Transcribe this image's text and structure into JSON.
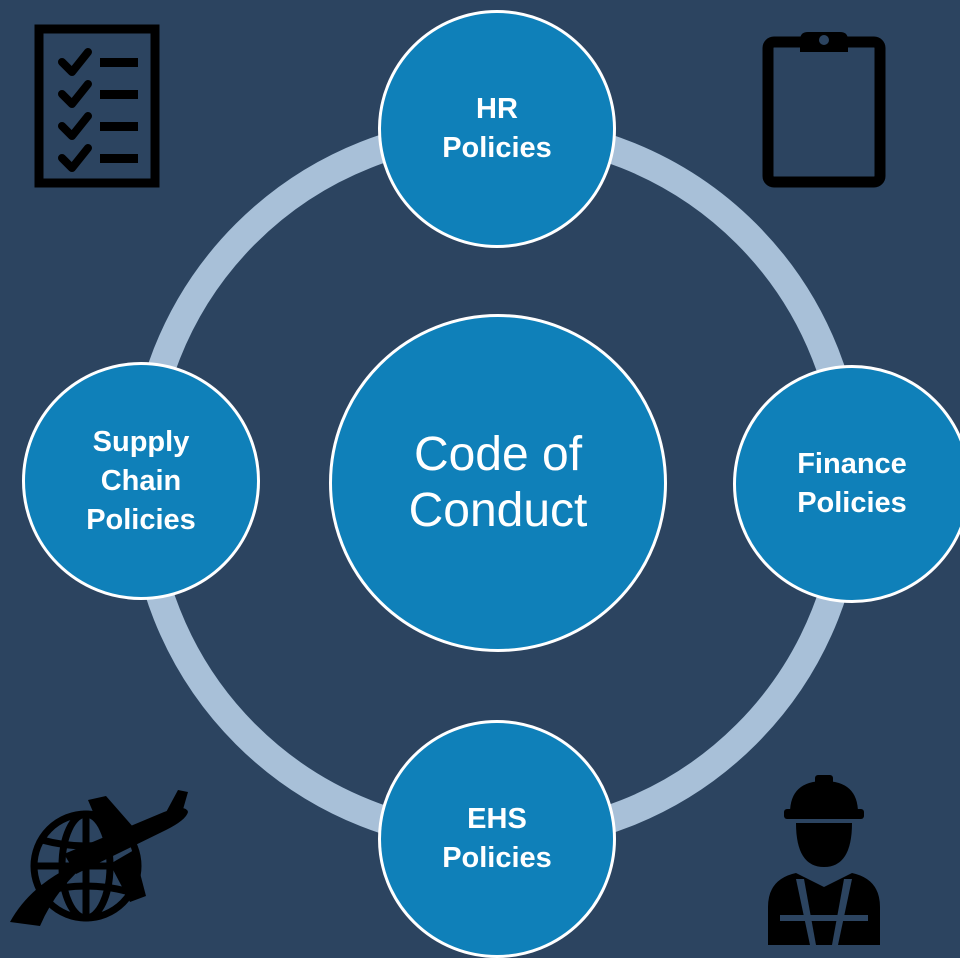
{
  "center": {
    "label": "Code of\nConduct"
  },
  "nodes": {
    "hr": {
      "label": "HR\nPolicies"
    },
    "finance": {
      "label": "Finance\nPolicies"
    },
    "ehs": {
      "label": "EHS\nPolicies"
    },
    "supply_chain": {
      "label": "Supply\nChain\nPolicies"
    }
  },
  "colors": {
    "background": "#2c4460",
    "node_fill": "#0f80b9",
    "node_border": "#ffffff",
    "ring": "#a8c0d8",
    "icon": "#000000"
  },
  "icons": {
    "top_left": "checklist-icon",
    "top_right": "clipboard-icon",
    "bottom_left": "globe-airplane-icon",
    "bottom_right": "construction-worker-icon"
  }
}
